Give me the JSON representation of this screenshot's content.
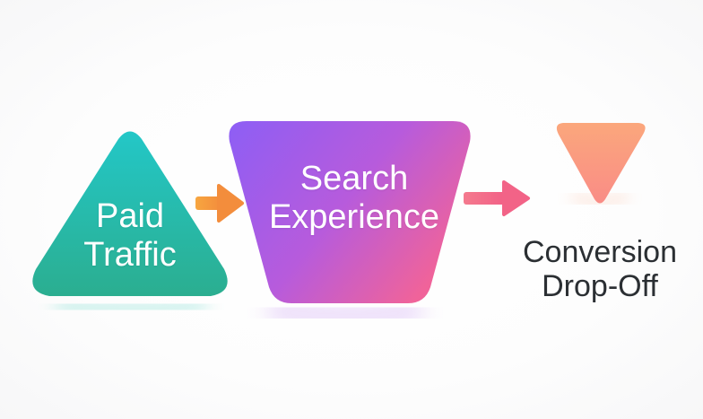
{
  "steps": [
    {
      "line1": "Paid",
      "line2": "Traffic"
    },
    {
      "line1": "Search",
      "line2": "Experience"
    },
    {
      "line1": "Conversion",
      "line2": "Drop-Off"
    }
  ],
  "colors": {
    "triangle_start": "#22c4c2",
    "triangle_end": "#2fb08a",
    "funnel_start": "#8a5cf6",
    "funnel_mid": "#b85bd9",
    "funnel_end": "#f0629a",
    "arrow_orange": "#f59a3b",
    "arrow_pink": "#f26a8c",
    "dropoff_start": "#fba47a",
    "dropoff_end": "#f98a86",
    "text_dark": "#2b2f33"
  }
}
